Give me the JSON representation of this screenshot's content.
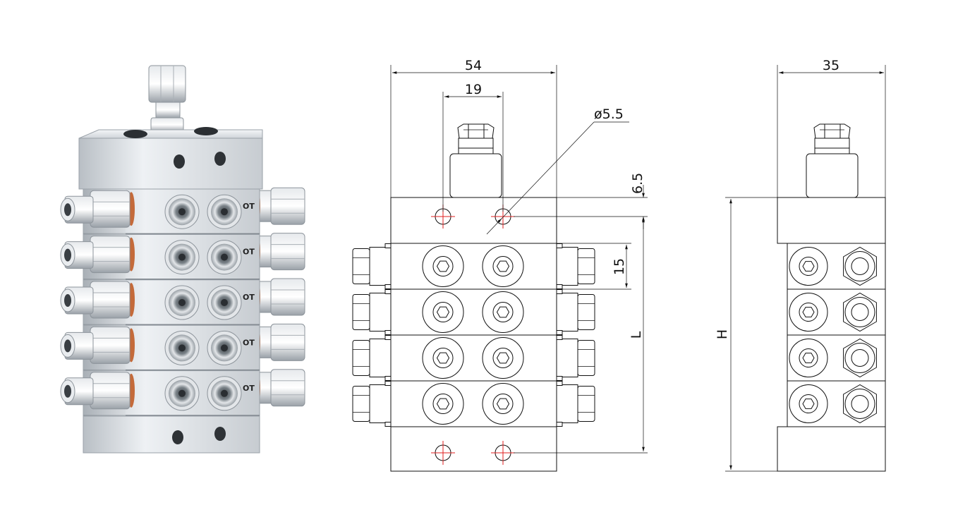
{
  "diagram": {
    "front_view": {
      "width_label": "54",
      "inlet_spacing_label": "19",
      "hole_diameter_label": "ø5.5",
      "top_offset_label": "6.5",
      "section_height_label": "15",
      "length_label": "L",
      "sections": 4
    },
    "side_view": {
      "width_label": "35",
      "height_label": "H",
      "sections": 4
    },
    "photo": {
      "outlet_mark": "OT",
      "sections": 5
    }
  },
  "colors": {
    "line": "#111111",
    "centerline": "#e02020",
    "metal_light": "#e9ecef",
    "metal_dark": "#8d949b",
    "copper": "#c46a3a",
    "background": "#ffffff"
  }
}
